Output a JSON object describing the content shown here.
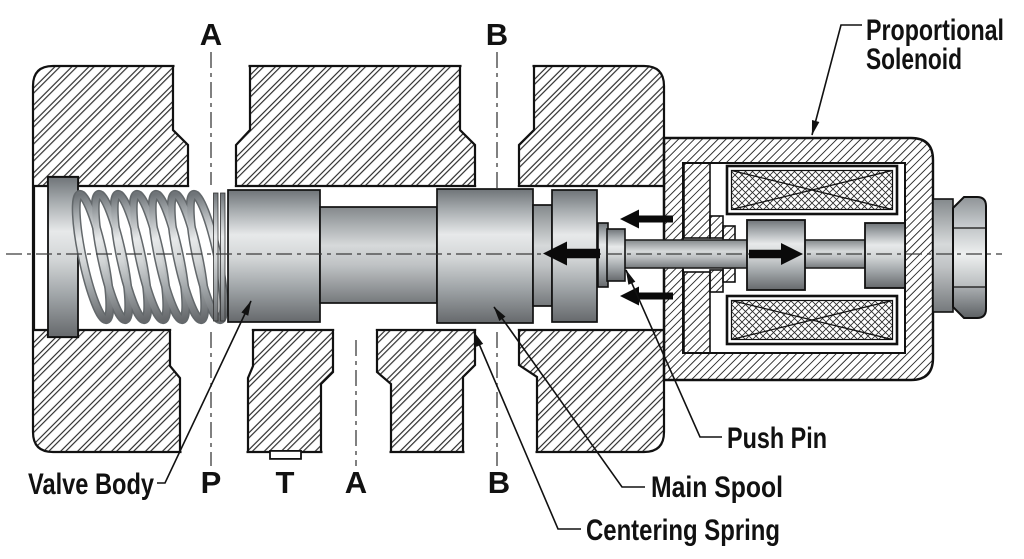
{
  "labels": {
    "top_port_a": "A",
    "top_port_b": "B",
    "bottom_port_p": "P",
    "bottom_port_t": "T",
    "bottom_port_a": "A",
    "bottom_port_b": "B",
    "valve_body": "Valve Body",
    "push_pin": "Push Pin",
    "main_spool": "Main Spool",
    "centering_spring": "Centering Spring",
    "proportional_solenoid_line1": "Proportional",
    "proportional_solenoid_line2": "Solenoid"
  },
  "colors": {
    "background": "#ffffff",
    "outline": "#111111",
    "hatch": "#282828",
    "arrow": "#0a0a0a",
    "metal_light": "#e7e9ea",
    "metal_mid": "#a8adb0",
    "metal_dark": "#66696c"
  }
}
